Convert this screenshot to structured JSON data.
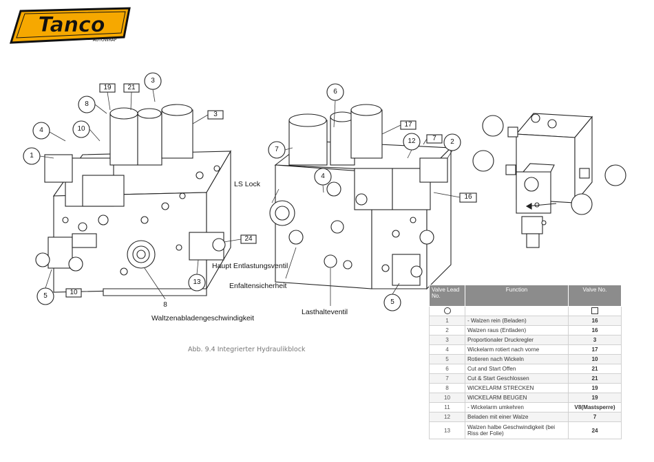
{
  "logo": {
    "brand": "Tanco",
    "tagline": "AUTOWRAP",
    "colors": {
      "fill": "#f6a800",
      "outline": "#111111"
    }
  },
  "labels": {
    "ls_lock": "LS Lock",
    "haupt": "Haupt Entlastungsventil",
    "enfalten": "Enfaltensicherheit",
    "lasthalte": "Lasthalteventil",
    "waltzen": "Waltzenabladengeschwindigkeit",
    "caption": "Abb. 9.4 Integrierter Hydraulikblock"
  },
  "callouts": {
    "left": [
      "1",
      "4",
      "8",
      "10",
      "19",
      "21",
      "3",
      "3",
      "5",
      "10",
      "8",
      "13",
      "24"
    ],
    "middle": [
      "6",
      "7",
      "4",
      "17",
      "12",
      "7",
      "2",
      "16",
      "5"
    ]
  },
  "table": {
    "headers": [
      "Valve Lead No.",
      "Function",
      "Valve No."
    ],
    "rows": [
      {
        "n": "1",
        "f": "- Walzen rein (Beladen)",
        "v": "16"
      },
      {
        "n": "2",
        "f": "Walzen raus (Entladen)",
        "v": "16"
      },
      {
        "n": "3",
        "f": " Proportionaler Druckregler",
        "v": "3"
      },
      {
        "n": "4",
        "f": "Wickelarm rotiert nach vorne",
        "v": "17"
      },
      {
        "n": "5",
        "f": "Rotieren nach Wickeln",
        "v": "10"
      },
      {
        "n": "6",
        "f": "Cut and Start Offen",
        "v": "21"
      },
      {
        "n": "7",
        "f": "Cut & Start Geschlossen",
        "v": "21"
      },
      {
        "n": "8",
        "f": "WICKELARM STRECKEN",
        "v": "19"
      },
      {
        "n": "10",
        "f": "WICKELARM BEUGEN",
        "v": "19"
      },
      {
        "n": "11",
        "f": "- Wickelarm umkehren",
        "v": "V8(Mastsperre)"
      },
      {
        "n": "12",
        "f": "Beladen mit einer Walze",
        "v": "7"
      },
      {
        "n": "13",
        "f": "Walzen halbe Geschwindigkeit (bei Riss der Folie)",
        "v": "24"
      }
    ]
  }
}
